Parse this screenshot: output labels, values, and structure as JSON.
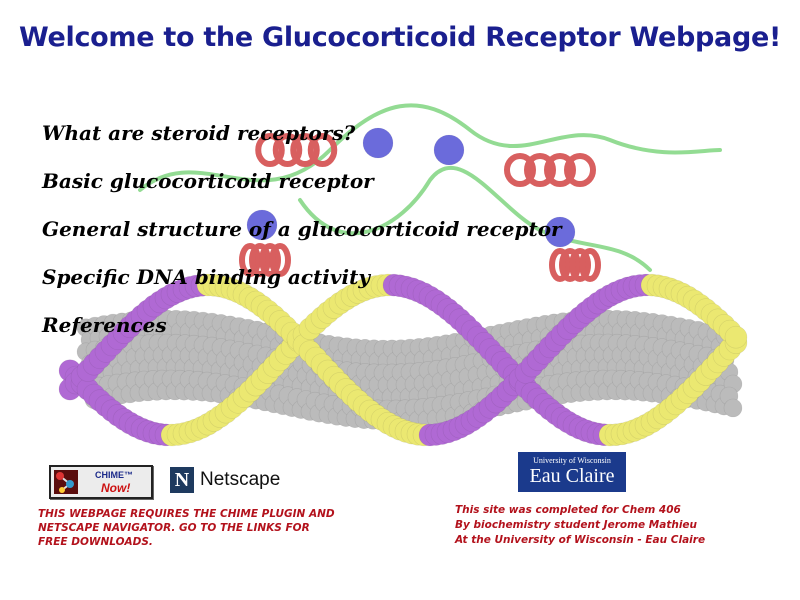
{
  "page": {
    "title": "Welcome to the Glucocorticoid Receptor Webpage!"
  },
  "nav": {
    "items": [
      {
        "label": "What are steroid receptors?"
      },
      {
        "label": "Basic glucocorticoid receptor"
      },
      {
        "label": "General structure of a glucocorticoid receptor"
      },
      {
        "label": "Specific DNA binding activity"
      },
      {
        "label": "References"
      }
    ]
  },
  "downloads": {
    "chime_label": "CHIME™",
    "chime_now": "Now!",
    "netscape_letter": "N",
    "netscape_label": "Netscape",
    "requirement_text": "THIS WEBPAGE REQUIRES THE CHIME PLUGIN AND NETSCAPE NAVIGATOR. GO TO THE LINKS FOR FREE DOWNLOADS."
  },
  "university": {
    "logo_top": "University of Wisconsin",
    "logo_main": "Eau Claire",
    "credit_lines": [
      "This site was completed for Chem 406",
      "By biochemistry student Jerome Mathieu",
      "At the University of Wisconsin - Eau Claire"
    ]
  },
  "colors": {
    "title": "#1a1f8f",
    "credit_text": "#b3121c",
    "dna_purple": "#9b3fc9",
    "dna_yellow": "#e6e24a",
    "dna_gray": "#a8a8a8",
    "helix_red": "#cc2a2a",
    "ribbon_green": "#6fd06f",
    "ion_blue": "#3a3ad0",
    "logo_blue": "#1b3a8c"
  }
}
